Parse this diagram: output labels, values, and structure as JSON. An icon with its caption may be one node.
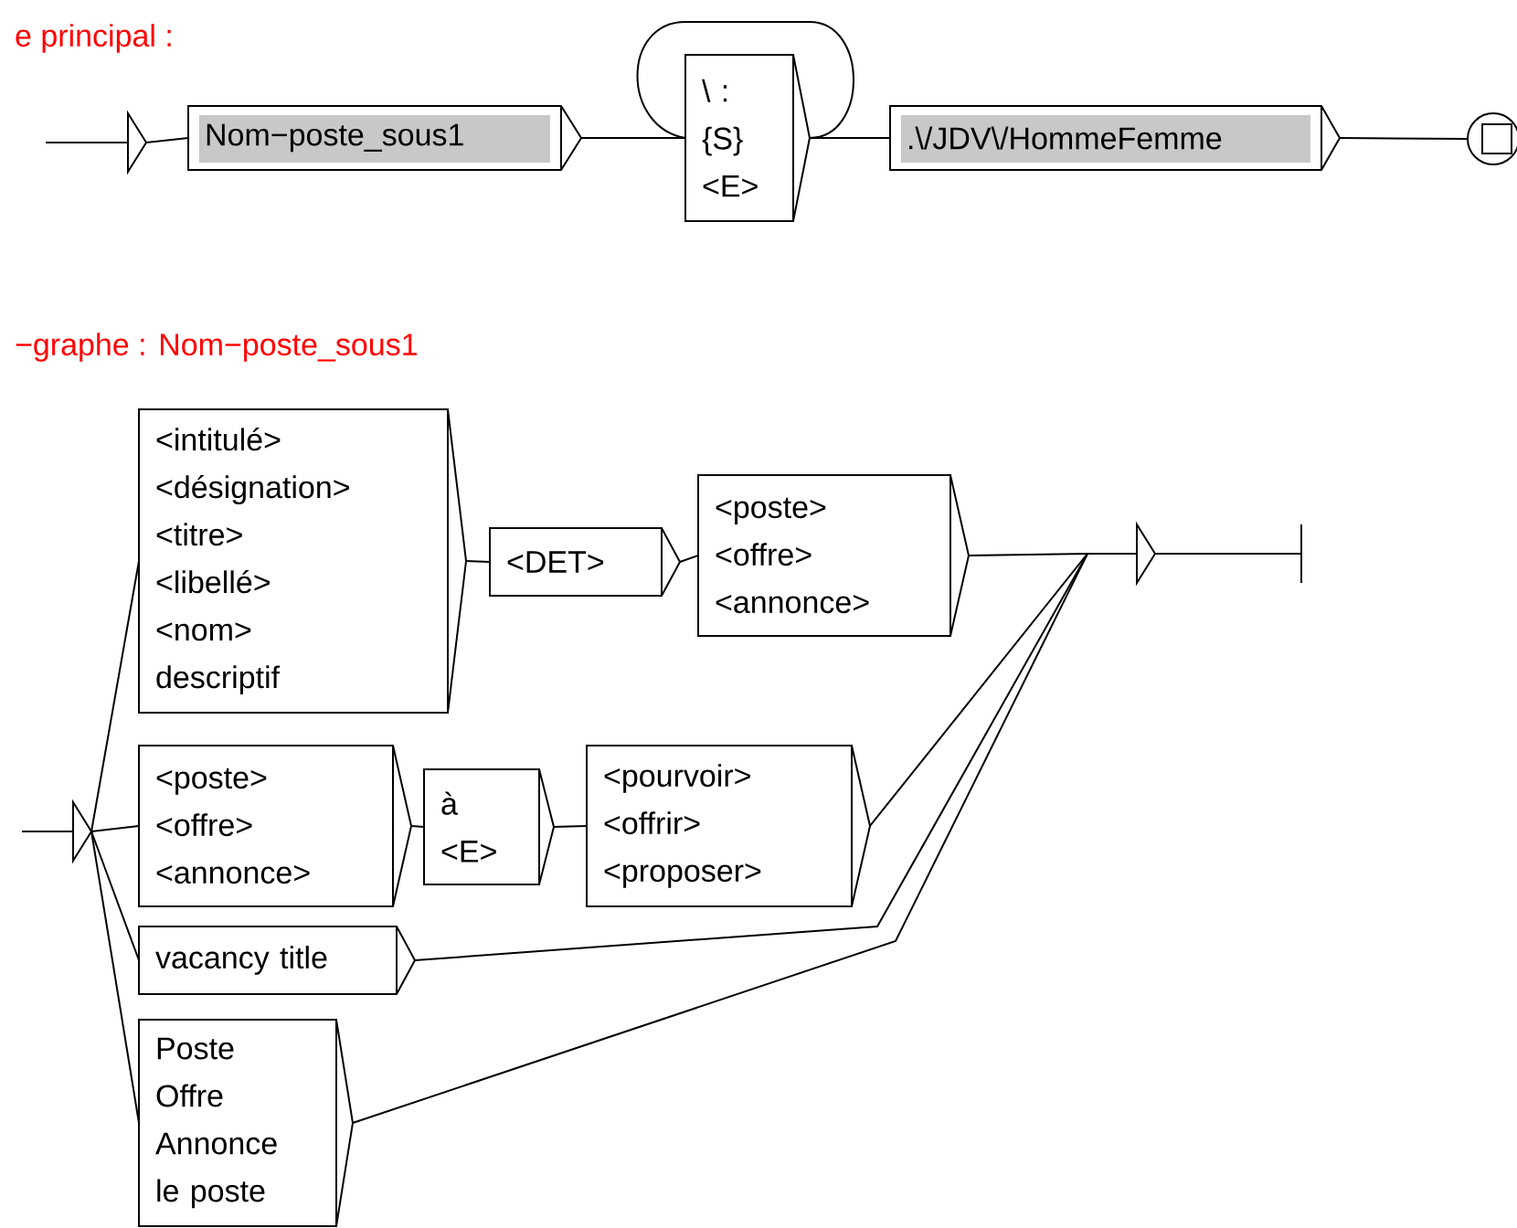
{
  "diagram": {
    "nodes": [
      {
        "text": [],
        "shape": "triangle"
      },
      {
        "text": [
          "Nom−poste_sous1"
        ]
      },
      {
        "text": [
          "\\ :",
          "{S}",
          "<E>"
        ]
      },
      {
        "text": [
          ".\\/JDV\\/HommeFemme"
        ]
      },
      {
        "text": [],
        "shape": "circle"
      },
      {
        "text": [],
        "shape": "triangle"
      },
      {
        "text": [
          "<intitulé>",
          "<désignation>",
          "<titre>",
          "<libellé>",
          "<nom>",
          "descriptif"
        ]
      },
      {
        "text": [
          "<DET>"
        ]
      },
      {
        "text": [
          "<poste>",
          "<offre>",
          "<annonce>"
        ]
      },
      {
        "text": [
          "<poste>",
          "<offre>",
          "<annonce>"
        ]
      },
      {
        "text": [
          "à",
          "<E>"
        ]
      },
      {
        "text": [
          "<pourvoir>",
          "<offrir>",
          "<proposer>"
        ]
      },
      {
        "text": [
          "vacancy title"
        ]
      },
      {
        "text": [
          "Poste",
          "Offre",
          "Annonce",
          "le poste"
        ]
      },
      {
        "text": [],
        "shape": "triangle"
      },
      {
        "text": [],
        "shape": "bar"
      }
    ],
    "edges": [
      {
        "from": 0,
        "to": 1,
        "arrow": "none"
      },
      {
        "from": 1,
        "to": 2,
        "arrow": "none"
      },
      {
        "from": 2,
        "to": 2,
        "arrow": "none"
      },
      {
        "from": 2,
        "to": 3,
        "arrow": "none"
      },
      {
        "from": 3,
        "to": 4,
        "arrow": "none"
      },
      {
        "from": 5,
        "to": 6,
        "arrow": "none"
      },
      {
        "from": 5,
        "to": 9,
        "arrow": "none"
      },
      {
        "from": 5,
        "to": 12,
        "arrow": "none"
      },
      {
        "from": 5,
        "to": 13,
        "arrow": "none"
      },
      {
        "from": 6,
        "to": 7,
        "arrow": "none"
      },
      {
        "from": 7,
        "to": 8,
        "arrow": "none"
      },
      {
        "from": 9,
        "to": 10,
        "arrow": "none"
      },
      {
        "from": 10,
        "to": 11,
        "arrow": "none"
      },
      {
        "from": 8,
        "to": 14,
        "arrow": "none"
      },
      {
        "from": 11,
        "to": 14,
        "arrow": "none"
      },
      {
        "from": 12,
        "to": 14,
        "arrow": "none"
      },
      {
        "from": 13,
        "to": 14,
        "arrow": "none"
      },
      {
        "from": 14,
        "to": 15,
        "arrow": "none"
      }
    ],
    "labels": [
      "e principal :",
      "−graphe : Nom−poste_sous1"
    ]
  }
}
